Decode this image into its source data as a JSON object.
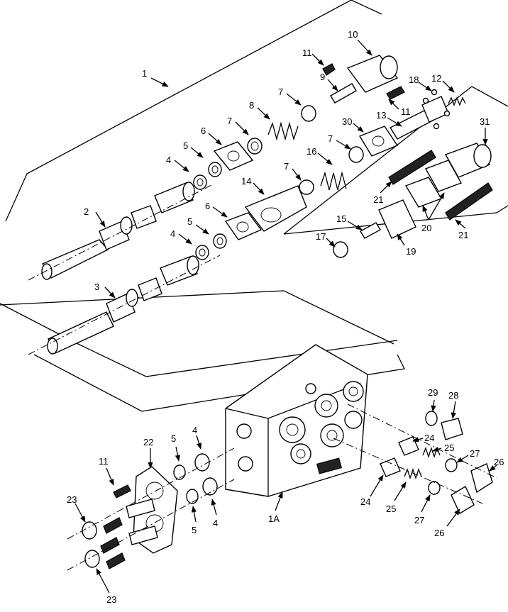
{
  "callouts": {
    "c1": "1",
    "c1a": "1A",
    "c2": "2",
    "c3": "3",
    "c4a": "4",
    "c4b": "4",
    "c4c": "4",
    "c4d": "4",
    "c5a": "5",
    "c5b": "5",
    "c5c": "5",
    "c5d": "5",
    "c6a": "6",
    "c6b": "6",
    "c7a": "7",
    "c7b": "7",
    "c7c": "7",
    "c7d": "7",
    "c8": "8",
    "c9": "9",
    "c10": "10",
    "c11a": "11",
    "c11b": "11",
    "c11c": "11",
    "c12": "12",
    "c13": "13",
    "c14": "14",
    "c15": "15",
    "c16": "16",
    "c17": "17",
    "c18": "18",
    "c19": "19",
    "c20": "20",
    "c21a": "21",
    "c21b": "21",
    "c22": "22",
    "c23a": "23",
    "c23b": "23",
    "c24a": "24",
    "c24b": "24",
    "c25a": "25",
    "c25b": "25",
    "c26a": "26",
    "c26b": "26",
    "c27a": "27",
    "c27b": "27",
    "c28": "28",
    "c29": "29",
    "c30": "30",
    "c31": "31"
  }
}
